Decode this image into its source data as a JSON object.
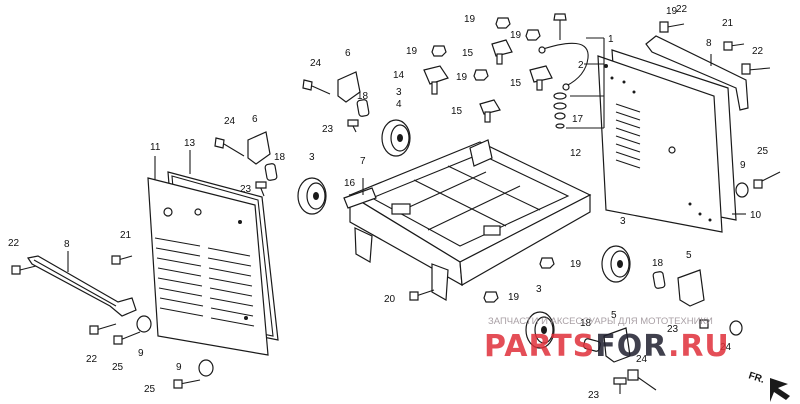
{
  "watermark": {
    "caption": "ЗАПЧАСТИ И АКСЕССУАРЫ ДЛЯ МОТОТЕХНИКИ",
    "brand_red": "PARTS",
    "brand_dark": "FOR",
    "brand_suffix": ".RU",
    "brand_color": "#e0303a",
    "dark_color": "#1f1f2e"
  },
  "direction_label": "FR.",
  "callouts": [
    "1",
    "2",
    "3",
    "3",
    "3",
    "3",
    "4",
    "5",
    "5",
    "6",
    "6",
    "7",
    "8",
    "8",
    "9",
    "9",
    "9",
    "10",
    "11",
    "12",
    "13",
    "14",
    "15",
    "15",
    "15",
    "16",
    "17",
    "18",
    "18",
    "18",
    "18",
    "19",
    "19",
    "19",
    "19",
    "19",
    "19",
    "19",
    "20",
    "21",
    "21",
    "22",
    "22",
    "22",
    "22",
    "23",
    "23",
    "23",
    "23",
    "24",
    "24",
    "24",
    "24",
    "25",
    "25",
    "25"
  ]
}
